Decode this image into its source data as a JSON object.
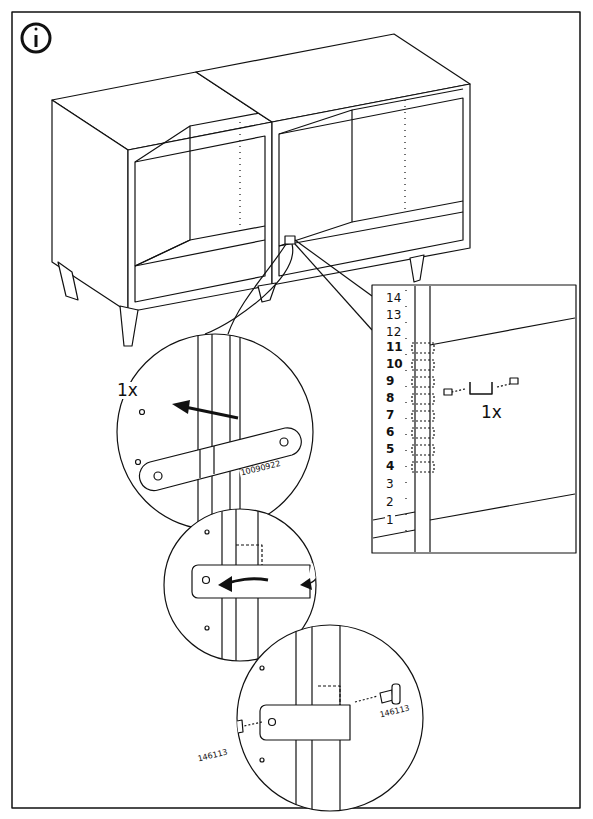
{
  "diagram": {
    "labels": [
      "14",
      "13",
      "12",
      "11",
      "10",
      "9",
      "8",
      "7",
      "6",
      "5",
      "4",
      "3",
      "2",
      "1",
      "1x",
      "1x",
      "10090922",
      "146113",
      "146113"
    ]
  }
}
